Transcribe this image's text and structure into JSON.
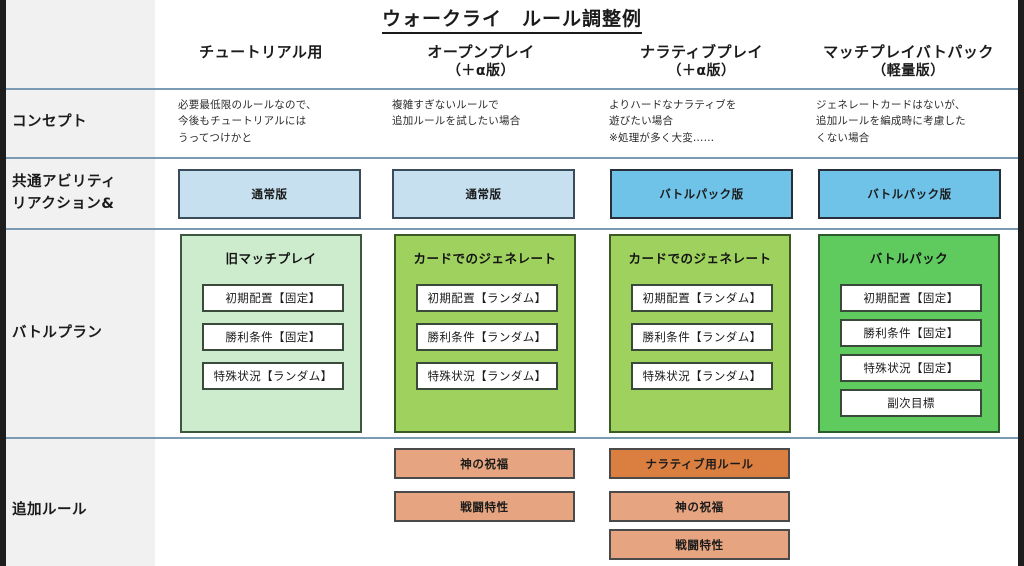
{
  "title": "ウォークライ　ルール調整例",
  "columns": [
    {
      "name": "チュートリアル用",
      "sub": ""
    },
    {
      "name": "オープンプレイ",
      "sub": "（＋α版）"
    },
    {
      "name": "ナラティブプレイ",
      "sub": "（＋α版）"
    },
    {
      "name": "マッチプレイバトパック",
      "sub": "（軽量版）"
    }
  ],
  "rows": {
    "concept": {
      "label": "コンセプト"
    },
    "ability": {
      "label": "共通アビリティ\nリアクション&",
      "label_line1": "共通アビリティ",
      "label_line2": "リアクション&"
    },
    "battleplan": {
      "label": "バトルプラン"
    },
    "addrules": {
      "label": "追加ルール"
    }
  },
  "concept_cells": [
    {
      "lines": [
        "必要最低限のルールなので、",
        "今後もチュートリアルには",
        "うってつけかと"
      ]
    },
    {
      "lines": [
        "複雑すぎないルールで",
        "追加ルールを試したい場合"
      ]
    },
    {
      "lines": [
        "よりハードなナラティブを",
        "遊びたい場合",
        "※処理が多く大変……"
      ]
    },
    {
      "lines": [
        "ジェネレートカードはないが、",
        "追加ルールを編成時に考慮した",
        "くない場合"
      ]
    }
  ],
  "ability_cells": [
    {
      "label": "通常版",
      "style": "blue-light"
    },
    {
      "label": "通常版",
      "style": "blue-light"
    },
    {
      "label": "バトルパック版",
      "style": "blue-strong"
    },
    {
      "label": "バトルパック版",
      "style": "blue-strong"
    }
  ],
  "battleplan_cells": [
    {
      "title": "旧マッチプレイ",
      "style": "g1",
      "items": [
        "初期配置【固定】",
        "勝利条件【固定】",
        "特殊状況【ランダム】"
      ]
    },
    {
      "title": "カードでのジェネレート",
      "style": "g2",
      "items": [
        "初期配置【ランダム】",
        "勝利条件【ランダム】",
        "特殊状況【ランダム】"
      ]
    },
    {
      "title": "カードでのジェネレート",
      "style": "g2",
      "items": [
        "初期配置【ランダム】",
        "勝利条件【ランダム】",
        "特殊状況【ランダム】"
      ]
    },
    {
      "title": "バトルパック",
      "style": "g3",
      "items": [
        "初期配置【固定】",
        "勝利条件【固定】",
        "特殊状況【固定】",
        "副次目標"
      ]
    }
  ],
  "addrule_cells": [
    {
      "items": []
    },
    {
      "items": [
        {
          "label": "神の祝福",
          "style": "o-light"
        },
        {
          "label": "戦闘特性",
          "style": "o-light"
        }
      ]
    },
    {
      "items": [
        {
          "label": "ナラティブ用ルール",
          "style": "o-strong"
        },
        {
          "label": "神の祝福",
          "style": "o-light"
        },
        {
          "label": "戦闘特性",
          "style": "o-light"
        }
      ]
    },
    {
      "items": []
    }
  ],
  "colors": {
    "rule_line": "#7b9bb5",
    "label_col_bg": "#f1f1f1",
    "blue_light": "#c6e0ef",
    "blue_strong": "#6fc3e8",
    "green_light": "#cdeccd",
    "green_mid": "#9ed15e",
    "green_bright": "#5fcb5f",
    "orange_light": "#e6a580",
    "orange_strong": "#db7f40",
    "gutter": "#1d1d1d"
  }
}
